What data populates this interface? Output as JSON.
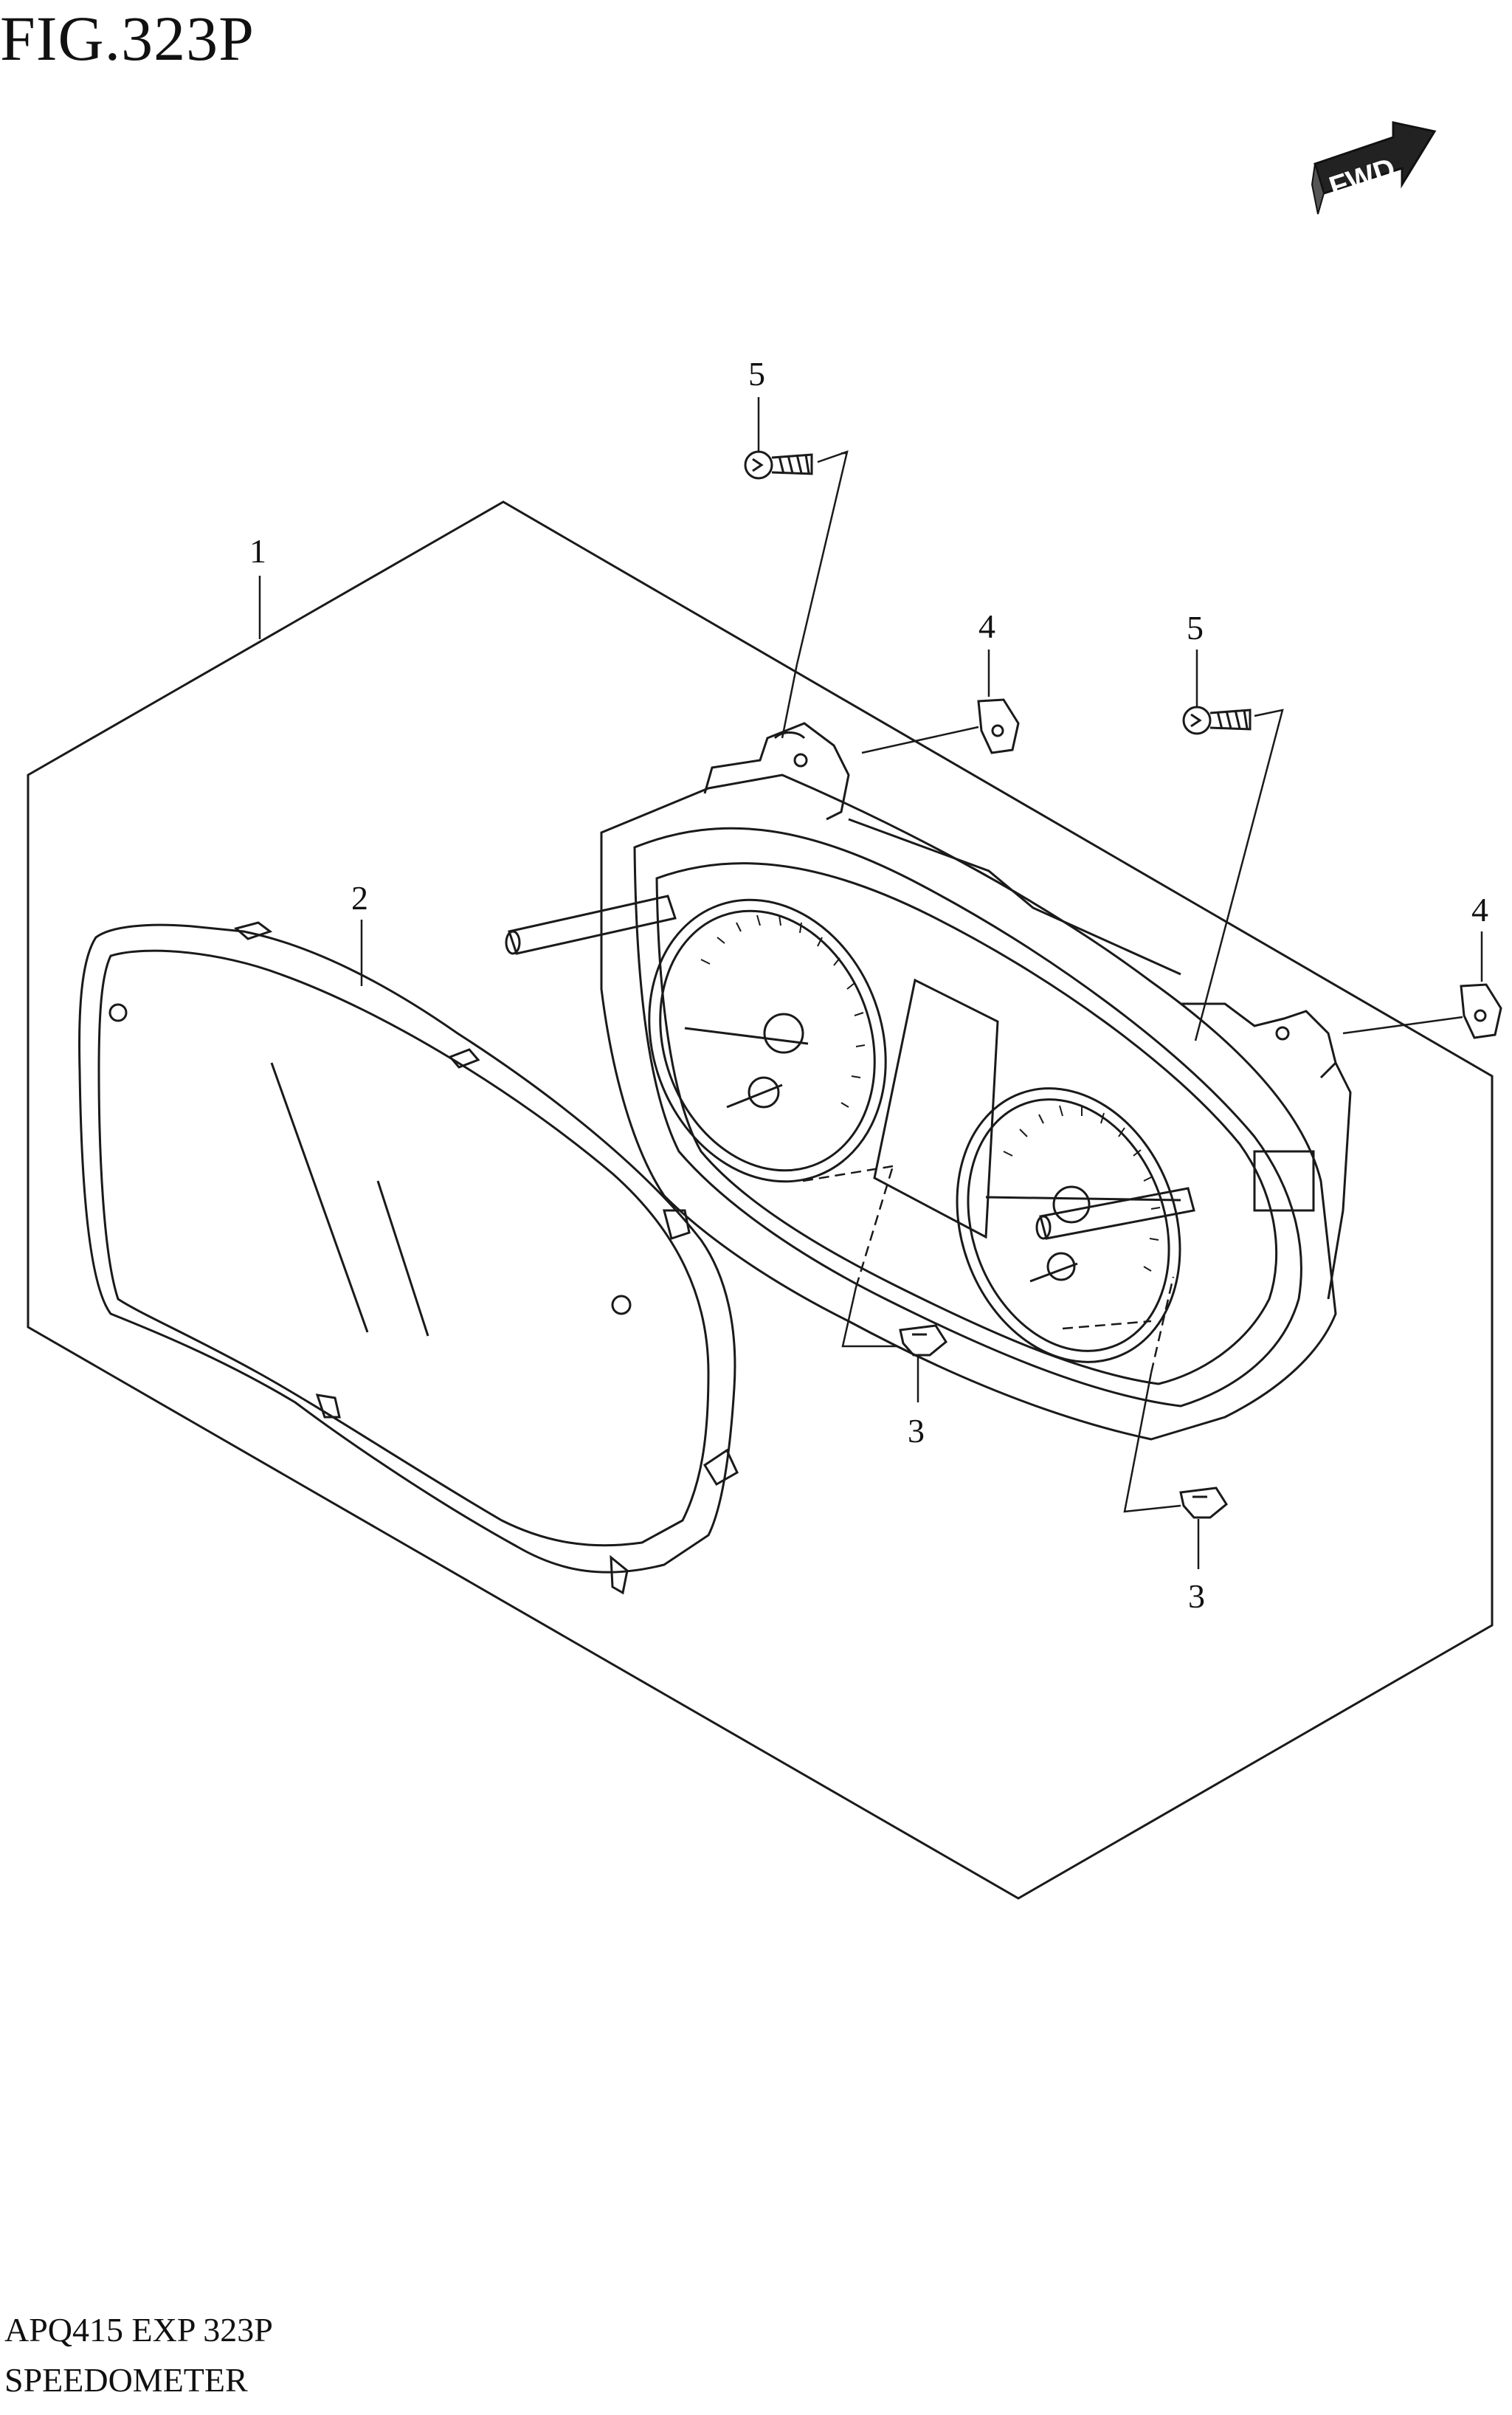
{
  "figure": {
    "title": "FIG.323P",
    "footer_code": "APQ415 EXP 323P",
    "footer_name": "SPEEDOMETER"
  },
  "direction_badge": {
    "label": "FWD",
    "icon": "fwd-arrow-icon"
  },
  "callouts": {
    "c1": "1",
    "c2": "2",
    "c3a": "3",
    "c3b": "3",
    "c4a": "4",
    "c4b": "4",
    "c5a": "5",
    "c5b": "5"
  },
  "colors": {
    "line": "#1a1a1a",
    "background": "#ffffff"
  }
}
